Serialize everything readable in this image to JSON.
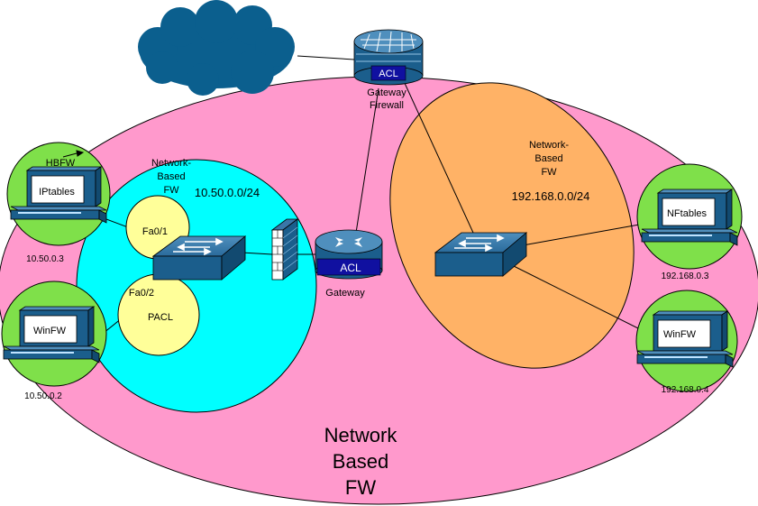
{
  "zones": {
    "outer": {
      "label_lines": [
        "Network",
        "Based",
        "FW"
      ],
      "color": "#ff99cc"
    },
    "left": {
      "label_lines": [
        "Network-",
        "Based",
        "FW"
      ],
      "subnet": "10.50.0.0/24",
      "color": "#00ffff"
    },
    "right": {
      "label_lines": [
        "Network-",
        "Based",
        "FW"
      ],
      "subnet": "192.168.0.0/24",
      "color": "#ffb266"
    }
  },
  "devices": {
    "gateway_firewall": {
      "label_lines": [
        "Gateway",
        "Firewall"
      ],
      "badge": "ACL"
    },
    "gateway": {
      "label": "Gateway",
      "badge": "ACL"
    },
    "hbfw": {
      "label": "HBFW"
    },
    "iptables_host": {
      "screen": "IPtables",
      "ip": "10.50.0.3"
    },
    "winfw_left": {
      "screen": "WinFW",
      "ip": "10.50.0.2"
    },
    "nftables_host": {
      "screen": "NFtables",
      "ip": "192.168.0.3"
    },
    "winfw_right": {
      "screen": "WinFW",
      "ip": "192.168.0.4"
    },
    "port_fa01": {
      "label": "Fa0/1"
    },
    "port_fa02": {
      "label": "Fa0/2",
      "sub": "PACL"
    }
  },
  "colors": {
    "cisco_blue": "#1b5e8c",
    "acl_badge": "#1010a0",
    "host_halo": "#7fe04a",
    "port_circle": "#ffff99",
    "cloud": "#0b5f8e"
  }
}
